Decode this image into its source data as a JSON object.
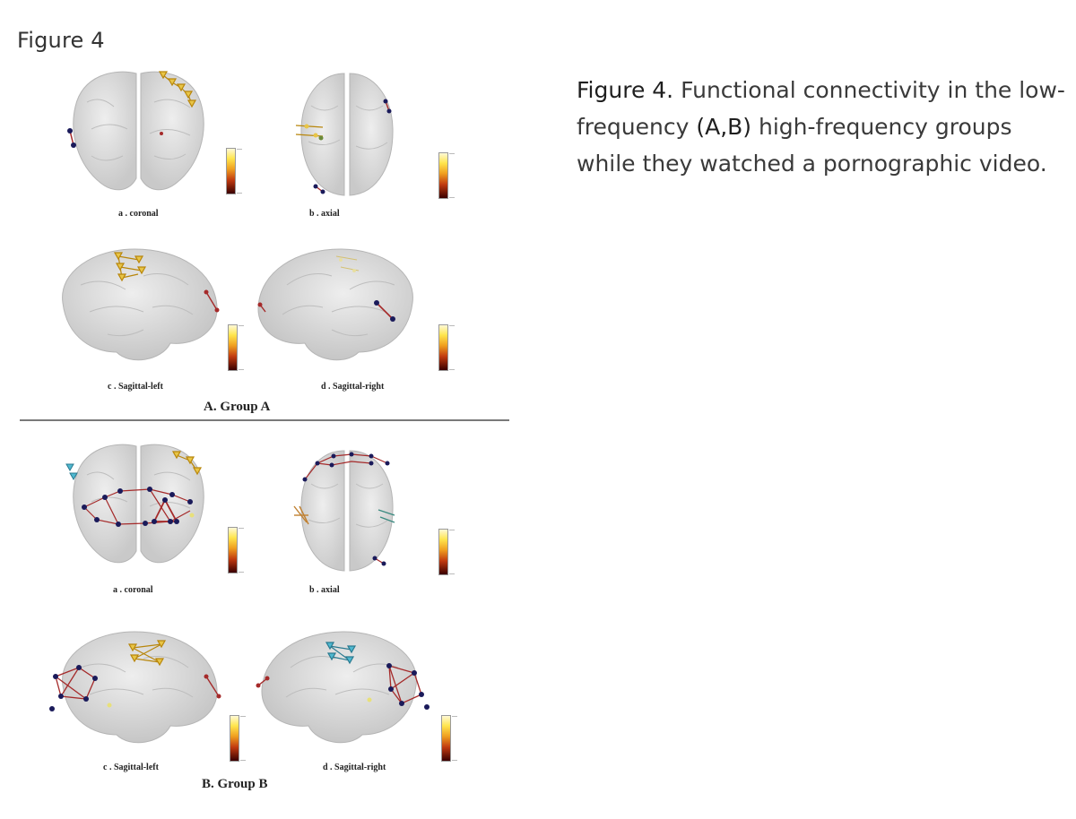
{
  "figure": {
    "heading": "Figure 4",
    "group_a": {
      "label": "A. Group A",
      "panels": {
        "coronal": "a . coronal",
        "axial": "b . axial",
        "sagittal_left": "c . Sagittal-left",
        "sagittal_right": "d . Sagittal-right"
      }
    },
    "group_b": {
      "label": "B. Group B",
      "panels": {
        "coronal": "a . coronal",
        "axial": "b . axial",
        "sagittal_left": "c . Sagittal-left",
        "sagittal_right": "d . Sagittal-right"
      }
    }
  },
  "caption": {
    "lead": "Figure 4.",
    "part1": " Functional connectivity in the low-frequency ",
    "ref": "(A,B)",
    "part2": " high-frequency groups while they watched a pornographic video."
  },
  "colors": {
    "brain": "#d9d9d9",
    "node_dark": "#1a1a5a",
    "node_yellow": "#e8c547",
    "node_cyan": "#4fb8d0",
    "edge_red": "#a52a2a",
    "divider": "#7a7a7a"
  },
  "icons": [
    "brain-coronal-icon",
    "brain-axial-icon",
    "brain-sagittal-left-icon",
    "brain-sagittal-right-icon",
    "colorbar-icon"
  ]
}
